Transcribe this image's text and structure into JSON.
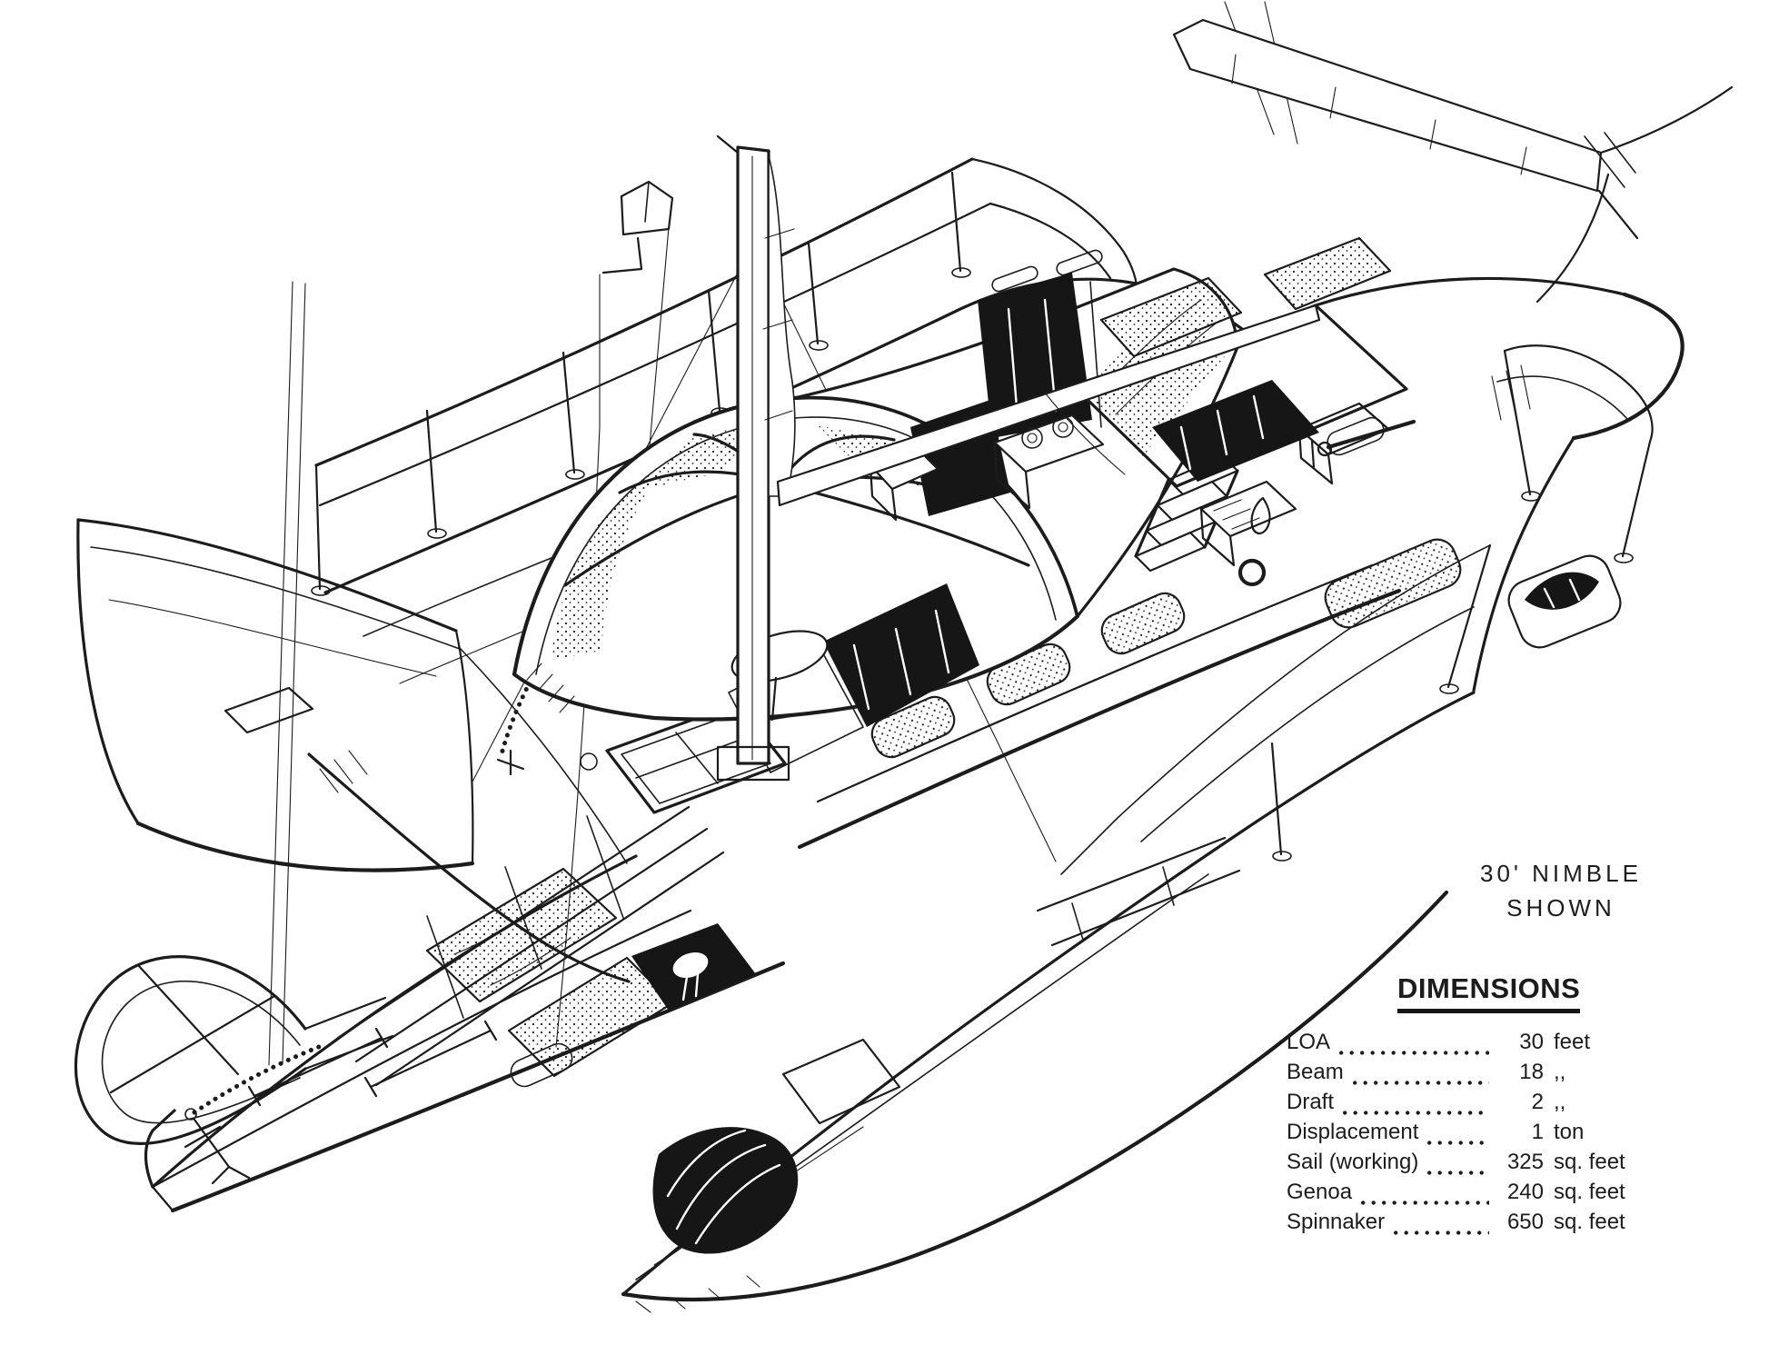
{
  "colors": {
    "ink": "#1c1c1c",
    "paper": "#ffffff"
  },
  "illustration": {
    "caption": {
      "line1": "30' NIMBLE",
      "line2": "SHOWN"
    }
  },
  "dimensions": {
    "title": "DIMENSIONS",
    "rows": [
      {
        "label": "LOA",
        "value": "30",
        "unit": "feet"
      },
      {
        "label": "Beam",
        "value": "18",
        "unit": ",,"
      },
      {
        "label": "Draft",
        "value": "2",
        "unit": ",,"
      },
      {
        "label": "Displacement",
        "value": "1",
        "unit": "ton"
      },
      {
        "label": "Sail (working)",
        "value": "325",
        "unit": "sq. feet"
      },
      {
        "label": "Genoa",
        "value": "240",
        "unit": "sq. feet"
      },
      {
        "label": "Spinnaker",
        "value": "650",
        "unit": "sq. feet"
      }
    ]
  }
}
